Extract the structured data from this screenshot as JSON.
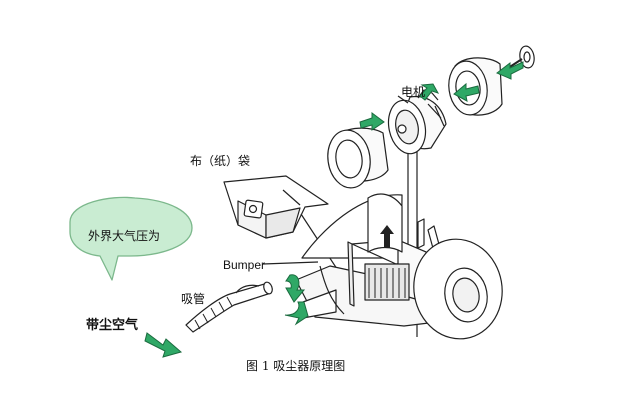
{
  "labels": {
    "motor": "电机",
    "bag": "布（纸）袋",
    "bumper": "Bumper",
    "hose": "吸管",
    "dusty_air": "带尘空气",
    "pressure_bubble": "外界大气压为"
  },
  "caption": "图 1  吸尘器原理图",
  "colors": {
    "arrow": "#2fa866",
    "bubble_fill": "#c9ecd2",
    "bubble_stroke": "#7cb88c",
    "line": "#222222"
  },
  "icons": [
    "motor-icon",
    "filter-ring-icon",
    "flow-arrow-icon",
    "hose-icon",
    "dust-bag-icon"
  ]
}
